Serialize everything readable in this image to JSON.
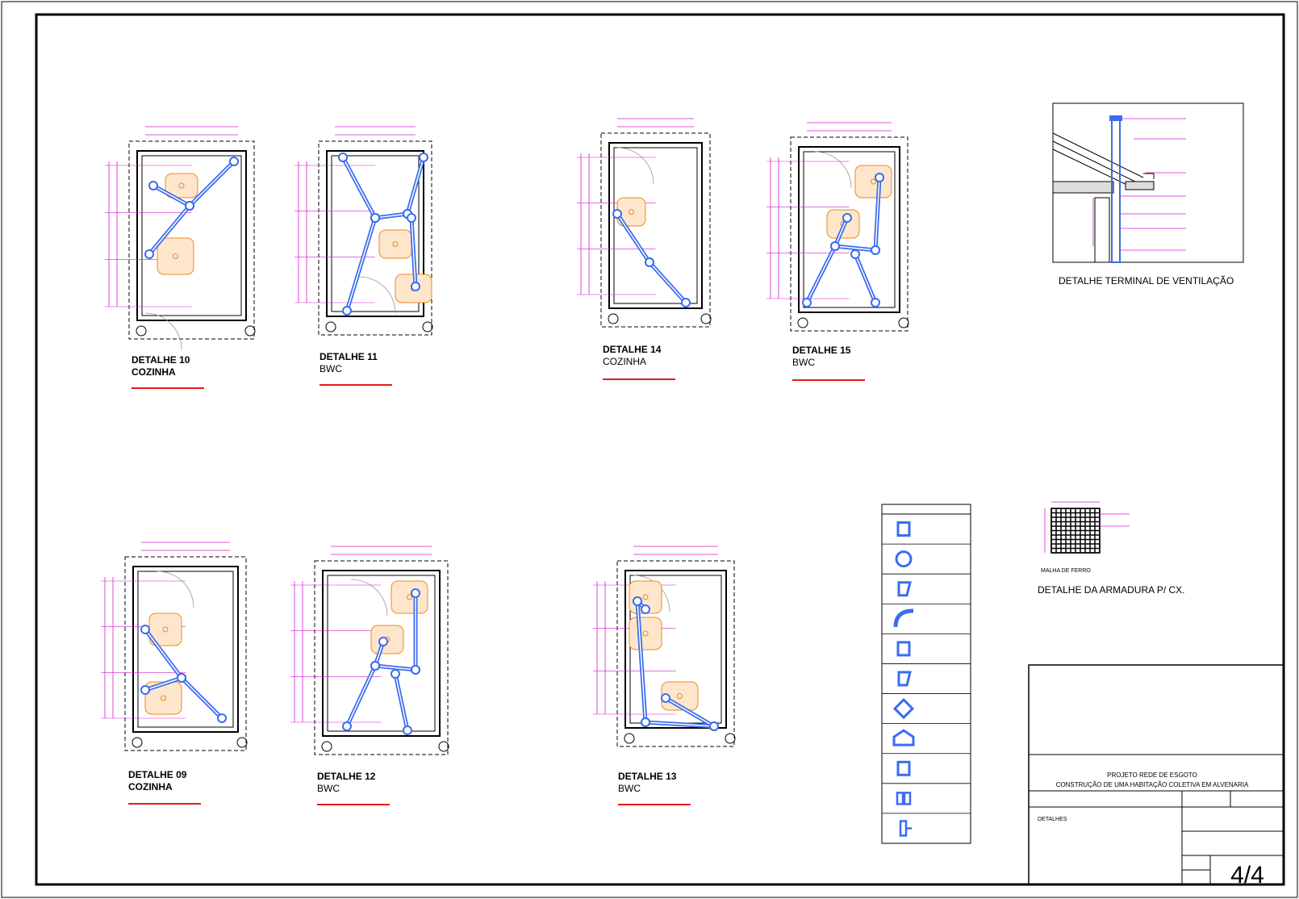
{
  "details": [
    {
      "id": "d10",
      "title": "DETALHE 10",
      "subtitle": "COZINHA",
      "kind": "kitchen-a"
    },
    {
      "id": "d11",
      "title": "DETALHE 11",
      "subtitle": "BWC",
      "kind": "bath-a"
    },
    {
      "id": "d14",
      "title": "DETALHE 14",
      "subtitle": "COZINHA",
      "kind": "kitchen-b"
    },
    {
      "id": "d15",
      "title": "DETALHE 15",
      "subtitle": "BWC",
      "kind": "bath-b"
    },
    {
      "id": "d09",
      "title": "DETALHE 09",
      "subtitle": "COZINHA",
      "kind": "kitchen-c"
    },
    {
      "id": "d12",
      "title": "DETALHE 12",
      "subtitle": "BWC",
      "kind": "bath-c"
    },
    {
      "id": "d13",
      "title": "DETALHE 13",
      "subtitle": "BWC",
      "kind": "bath-d"
    }
  ],
  "vent_detail": {
    "title": "DETALHE TERMINAL DE VENTILAÇÃO"
  },
  "rebar_detail": {
    "title": "DETALHE DA ARMADURA P/ CX.",
    "mesh_label": "MALHA DE FERRO"
  },
  "legend": {
    "rows": 11
  },
  "title_block": {
    "project_line1": "PROJETO REDE DE ESGOTO",
    "project_line2": "CONSTRUÇÃO DE UMA HABITAÇÃO COLETIVA EM ALVENARIA",
    "sheet_content": "DETALHES",
    "sheet_number": "4/4"
  },
  "colors": {
    "pipe": "#3b6cf0",
    "fixture": "#f08a1c",
    "dimension": "#d21fd2",
    "scale_bar": "#e31b1b",
    "linework": "#000000"
  }
}
